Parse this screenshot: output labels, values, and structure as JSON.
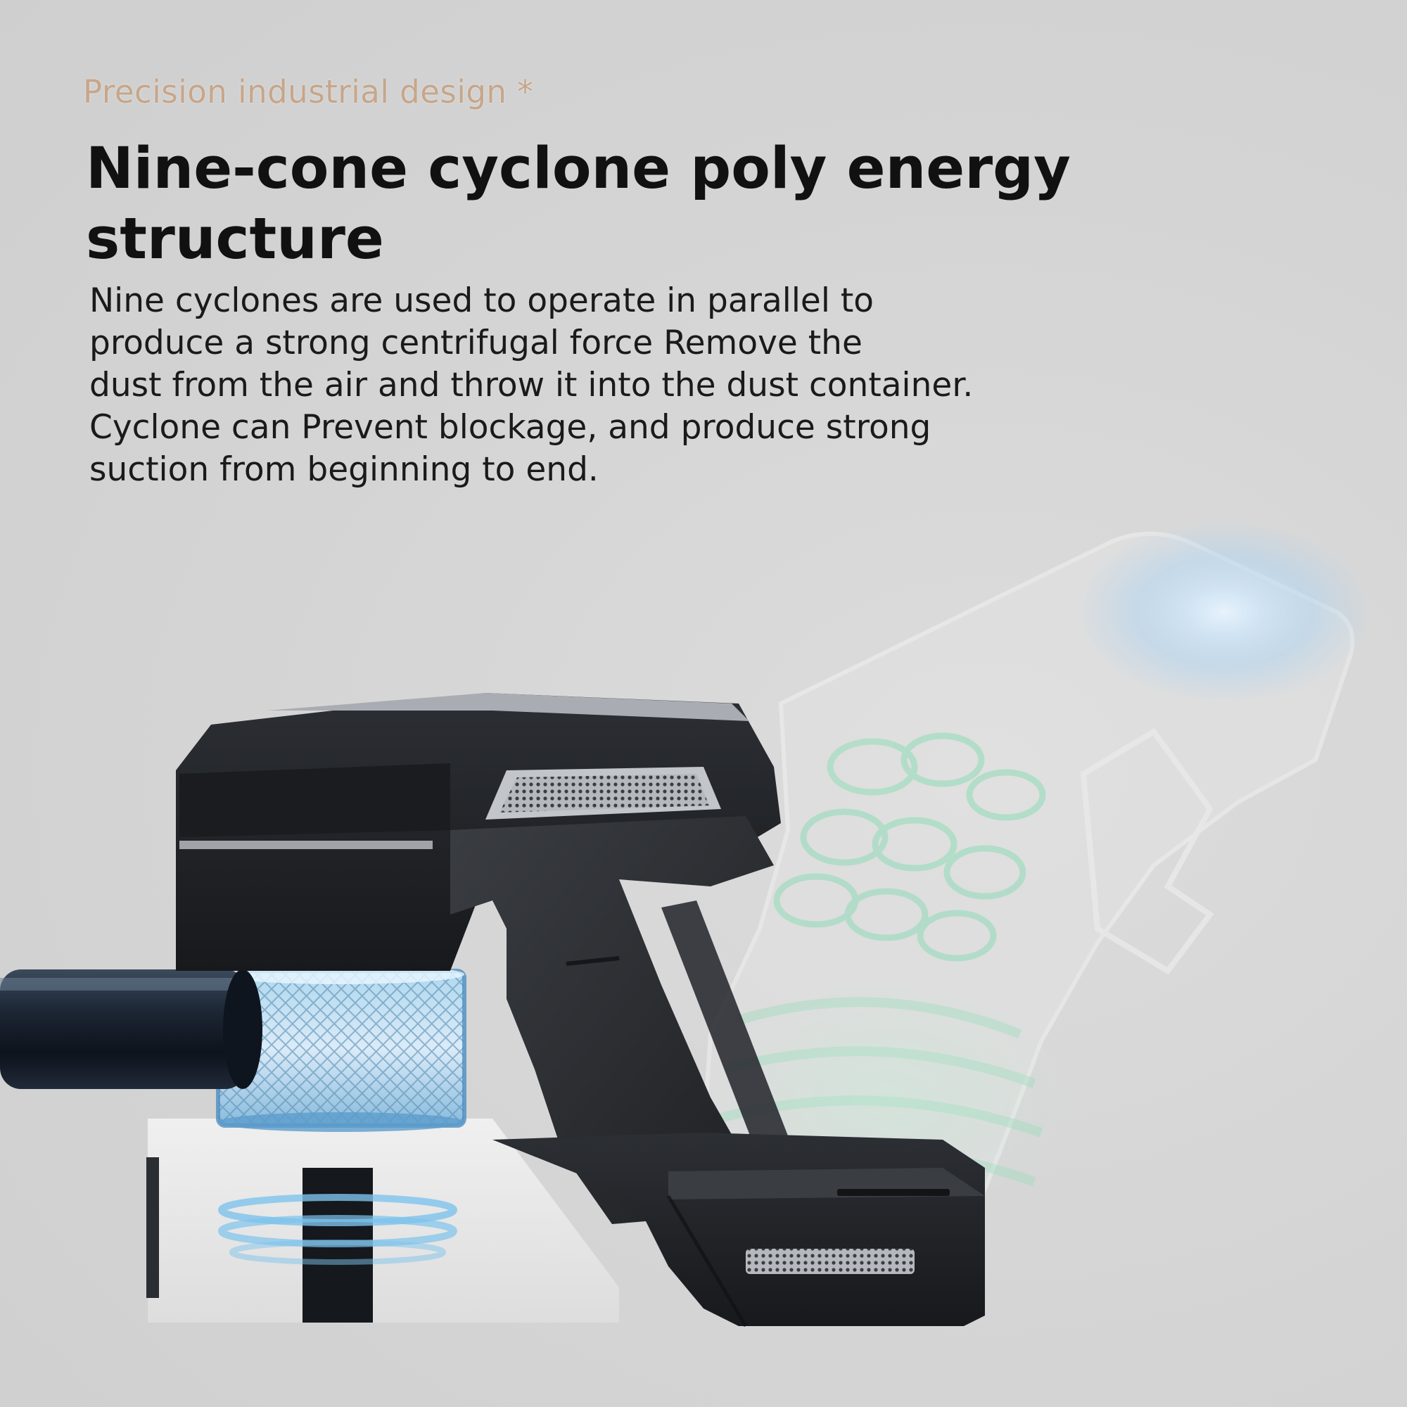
{
  "eyebrow": "Precision industrial design *",
  "headline": "Nine-cone cyclone poly energy structure",
  "body_lines": [
    "Nine cyclones are used to operate in parallel to",
    "produce a strong centrifugal force Remove the",
    "dust from the air and throw it into the dust container.",
    "Cyclone can Prevent blockage, and produce strong",
    "suction from beginning to end."
  ],
  "colors": {
    "background": "#d6d6d6",
    "eyebrow": "#c7a68a",
    "headline": "#111111",
    "body": "#1a1a1a",
    "airflow_blue": "#7ec3ec",
    "airflow_green": "#8fdcb8"
  },
  "illustration": {
    "subject": "cordless handheld vacuum cleaner with transparent cyclone section and airflow visualization",
    "icon": "vacuum-cleaner-illustration"
  }
}
